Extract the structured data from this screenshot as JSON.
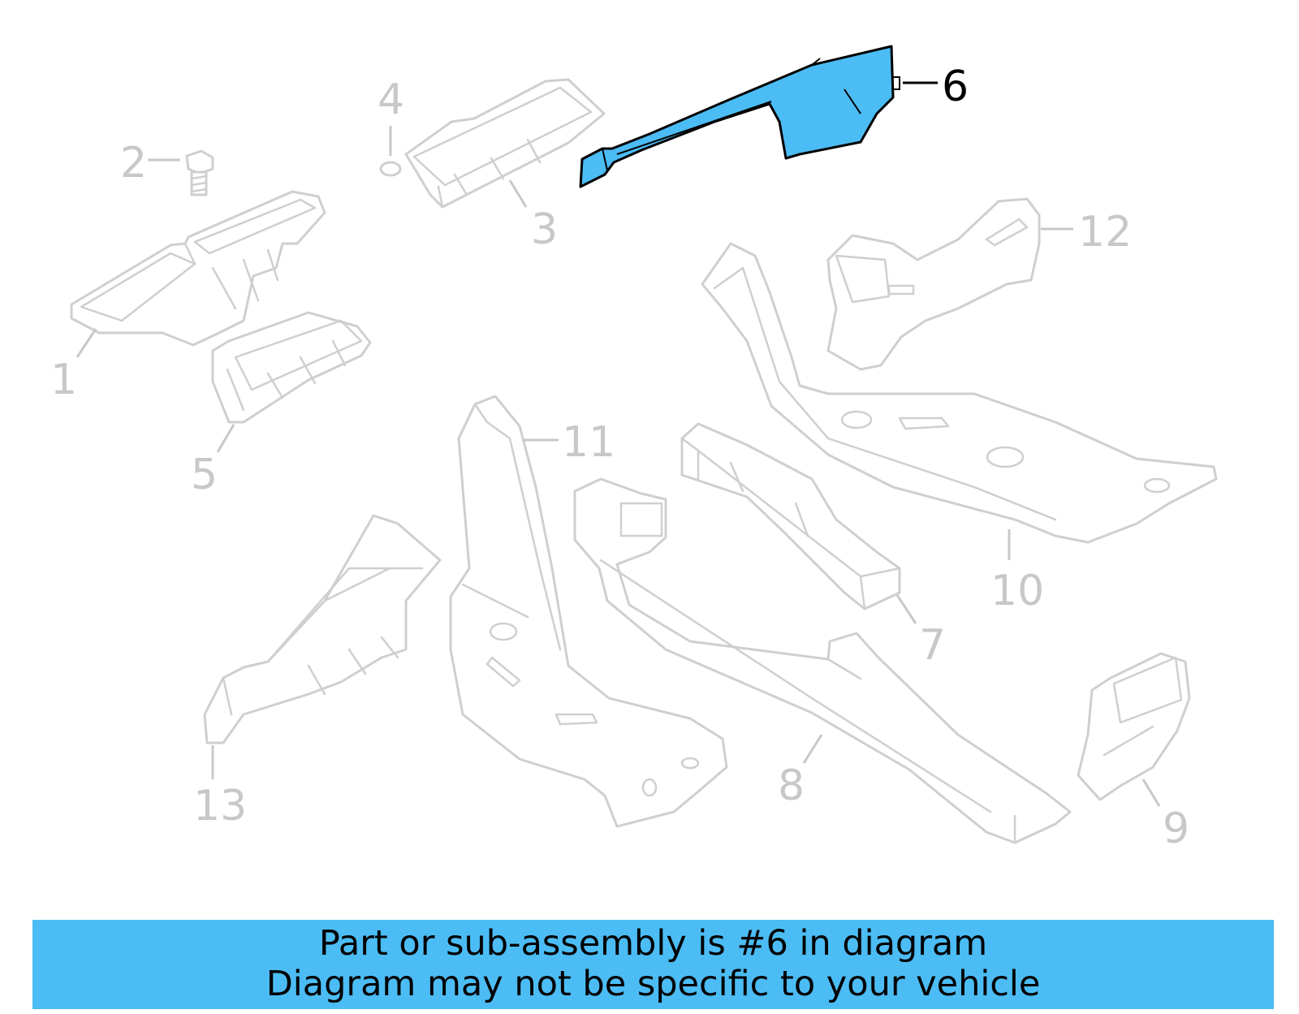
{
  "diagram": {
    "highlight_color": "#4cbcf4",
    "callouts": [
      "1",
      "2",
      "3",
      "4",
      "5",
      "6",
      "7",
      "8",
      "9",
      "10",
      "11",
      "12",
      "13"
    ],
    "highlighted": "6"
  },
  "banner": {
    "line1": "Part or sub-assembly is #6 in diagram",
    "line2": "Diagram may not be specific to your vehicle",
    "background": "#4cbcf4"
  }
}
